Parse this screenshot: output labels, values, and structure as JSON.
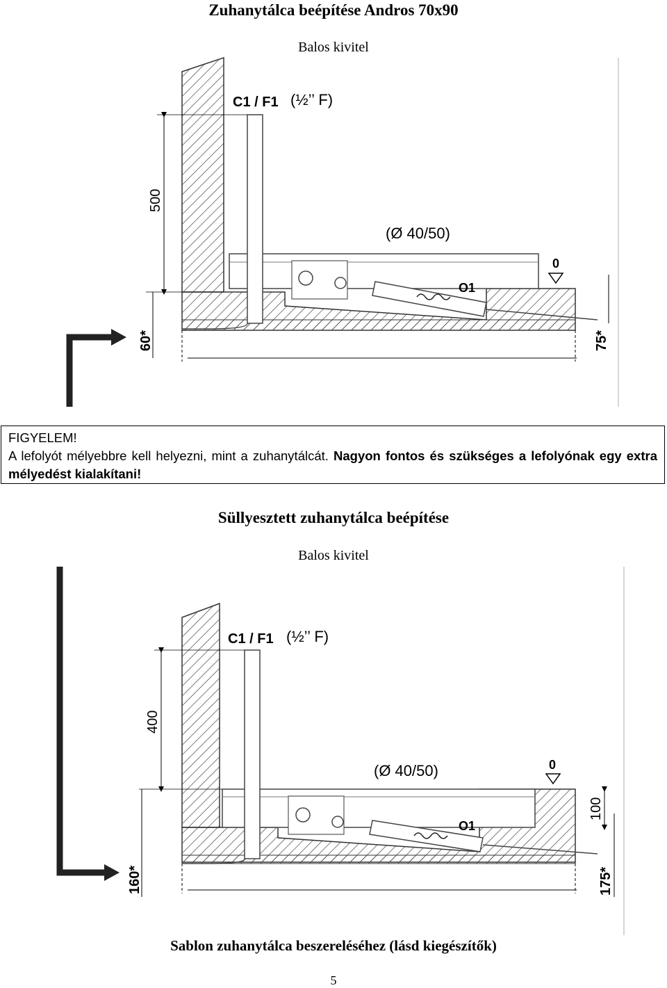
{
  "section1": {
    "title": "Zuhanytálca beépítése Andros 70x90",
    "subtitle": "Balos kivitel",
    "labels": {
      "connection": "C1 / F1",
      "thread": "(½’’ F)",
      "pipe_diameter": "(Ø 40/50)",
      "zero_level": "0",
      "outlet": "O1",
      "height": "500",
      "depth_left": "60*",
      "depth_right": "75*"
    }
  },
  "warning": {
    "heading": "FIGYELEM!",
    "text_normal": "A lefolyót mélyebbre kell helyezni, mint a zuhanytálcát.",
    "text_bold": "Nagyon fontos és szükséges a lefolyónak egy extra mélyedést kialakítani!"
  },
  "section2": {
    "title": "Süllyesztett zuhanytálca beépítése",
    "subtitle": "Balos kivitel",
    "labels": {
      "connection": "C1 / F1",
      "thread": "(½’’ F)",
      "pipe_diameter": "(Ø 40/50)",
      "zero_level": "0",
      "outlet": "O1",
      "height": "400",
      "tray_height": "100",
      "depth_left": "160*",
      "depth_right": "175*"
    }
  },
  "footer": {
    "caption": "Sablon zuhanytálca beszereléséhez (lásd kiegészítők)",
    "page_number": "5"
  }
}
